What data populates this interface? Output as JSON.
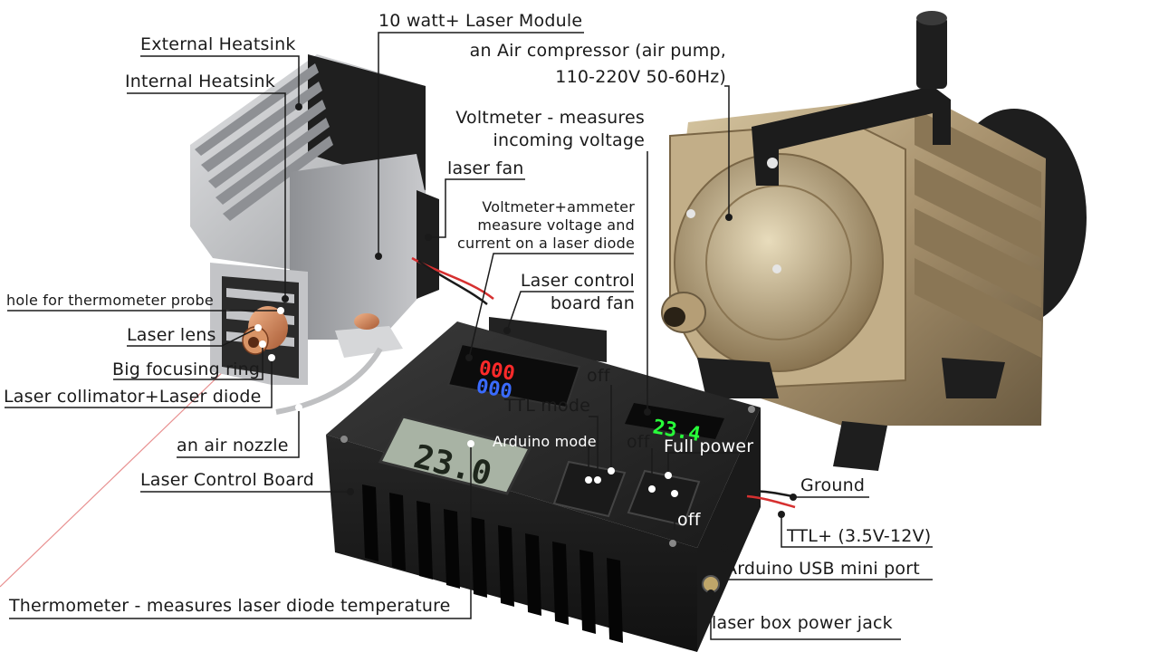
{
  "labels": {
    "external_heatsink": "External Heatsink",
    "internal_heatsink": "Internal Heatsink",
    "hole_thermometer": "hole for thermometer probe",
    "laser_lens": "Laser lens",
    "big_focusing_ring": "Big focusing ring",
    "laser_collimator": "Laser collimator+Laser diode",
    "air_nozzle": "an air nozzle",
    "laser_control_board": "Laser Control Board",
    "thermometer": "Thermometer - measures laser diode temperature",
    "laser_module": "10 watt+ Laser Module",
    "air_compressor_1": "an Air compressor (air pump,",
    "air_compressor_2": "110-220V 50-60Hz)",
    "voltmeter_1": "Voltmeter - measures",
    "voltmeter_2": "incoming voltage",
    "laser_fan": "laser fan",
    "voltammeter_1": "Voltmeter+ammeter",
    "voltammeter_2": "measure voltage and",
    "voltammeter_3": "current on a laser diode",
    "board_fan_1": "Laser control",
    "board_fan_2": "board fan",
    "off_ttl": "off",
    "ttl_mode": "TTL mode",
    "arduino_mode": "Arduino mode",
    "off_full": "off",
    "full_power": "Full power",
    "off_bottom": "off",
    "ground": "Ground",
    "ttl_plus": "TTL+ (3.5V-12V)",
    "arduino_usb": "Arduino USB mini port",
    "power_jack": "laser box power jack"
  },
  "displays": {
    "voltage_meter": "000",
    "amp_meter": "000",
    "incoming_voltage": "23.4",
    "thermometer_display": "23.0"
  },
  "colors": {
    "line": "#1a1a1a",
    "dot": "#1a1a1a",
    "box": "#1c1c1c",
    "heatsink": "#c9cacc",
    "pump": "#a7916d",
    "laser_beam": "#e08080",
    "red_led": "#ff2a2a",
    "blue_led": "#3a6bff",
    "green_led": "#28ff3a"
  }
}
